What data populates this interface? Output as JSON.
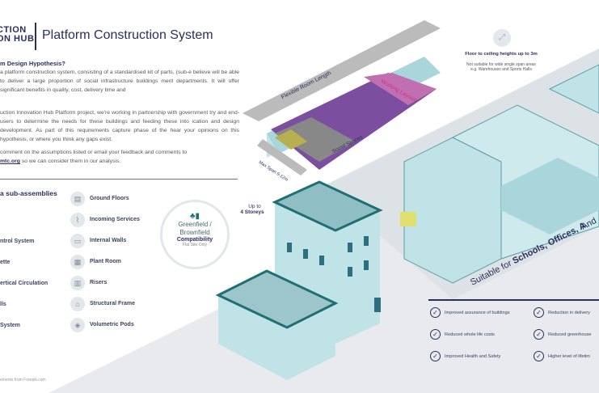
{
  "header": {
    "logo_line1": "CTION",
    "logo_line2": "ON HUB",
    "title": "Platform Construction System"
  },
  "intro": {
    "heading": "m Design Hypothesis?",
    "p1": "a platform construction system, consisting of a standardised kit of parts, (sub-e believe will be able to deliver a large proportion of social infrastructure buildings ment departments. It will offer significant benefits in quality, cost, delivery time and",
    "p2": "uction Innovation Hub Platform project, we're working in partnership with government try and end-users to determine the needs for these buildings and feeding these into ication and design development. As part of this requirements capture phase of the hear your opinions on this hypothesis, or where you think any gaps exist.",
    "p3_before": "comment on the assumptions listed or email your feedback and comments to",
    "p3_link": "mtc.org",
    "p3_after": " so we can consider them in our analysis."
  },
  "subassemblies": {
    "heading": "a sub-assemblies",
    "left": [
      "ntrol System",
      "ette",
      "ertical Circulation",
      "lls",
      "System"
    ],
    "right": [
      {
        "label": "Ground Floors",
        "icon": "floor-icon"
      },
      {
        "label": "Incoming Services",
        "icon": "services-icon"
      },
      {
        "label": "Internal Walls",
        "icon": "wall-icon"
      },
      {
        "label": "Plant Room",
        "icon": "plant-icon"
      },
      {
        "label": "Risers",
        "icon": "riser-icon"
      },
      {
        "label": "Structural Frame",
        "icon": "frame-icon"
      },
      {
        "label": "Volumetric Pods",
        "icon": "pods-icon"
      }
    ]
  },
  "compat": {
    "line1": "Greenfield /",
    "line2": "Brownfield",
    "line3": "Compatibility",
    "note": "Flat Site Only"
  },
  "storeys": {
    "line1": "Up to",
    "line2": "4 Storeys"
  },
  "credit": "ements from Freepik.com",
  "room": {
    "length": "Flexible Room Length",
    "span": "Max Span 9-12m",
    "working": "Working Layouts",
    "social": "Social Spaces"
  },
  "height": {
    "title": "Floor to ceiling heights up to 3m",
    "note1": "Not suitable for wide single span areas",
    "note2": "e.g. Warehouses and Sports Halls"
  },
  "suitable": {
    "prefix": "Suitable for ",
    "bold": "Schools, Offices, A",
    "line2": "And"
  },
  "benefits": [
    "Improved assurance of buildings",
    "Reduction in delivery",
    "Reduced whole life costs",
    "Reduced greenhouse",
    "Improved Health and Safety",
    "Higher level of lifetim"
  ],
  "colors": {
    "navy": "#2b2f5c",
    "teal": "#1f6f73",
    "lightblue": "#bfe3e6",
    "purple": "#7b4ea0",
    "grey": "#e8eaed"
  }
}
